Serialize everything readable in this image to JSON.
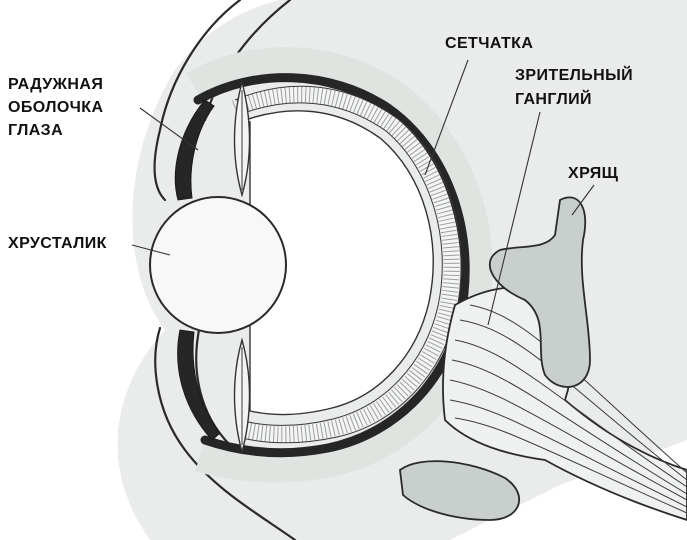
{
  "labels": {
    "iris": [
      "РАДУЖНАЯ",
      "ОБОЛОЧКА",
      "ГЛАЗА"
    ],
    "lens": "ХРУСТАЛИК",
    "retina": "СЕТЧАТКА",
    "optic_ganglion": [
      "ЗРИТЕЛЬНЫЙ",
      "ГАНГЛИЙ"
    ],
    "cartilage": "ХРЯЩ"
  },
  "colors": {
    "background": "#ffffff",
    "tissue": "#e4e8e6",
    "pigment": "#262626",
    "outline": "#2a2a2a"
  }
}
